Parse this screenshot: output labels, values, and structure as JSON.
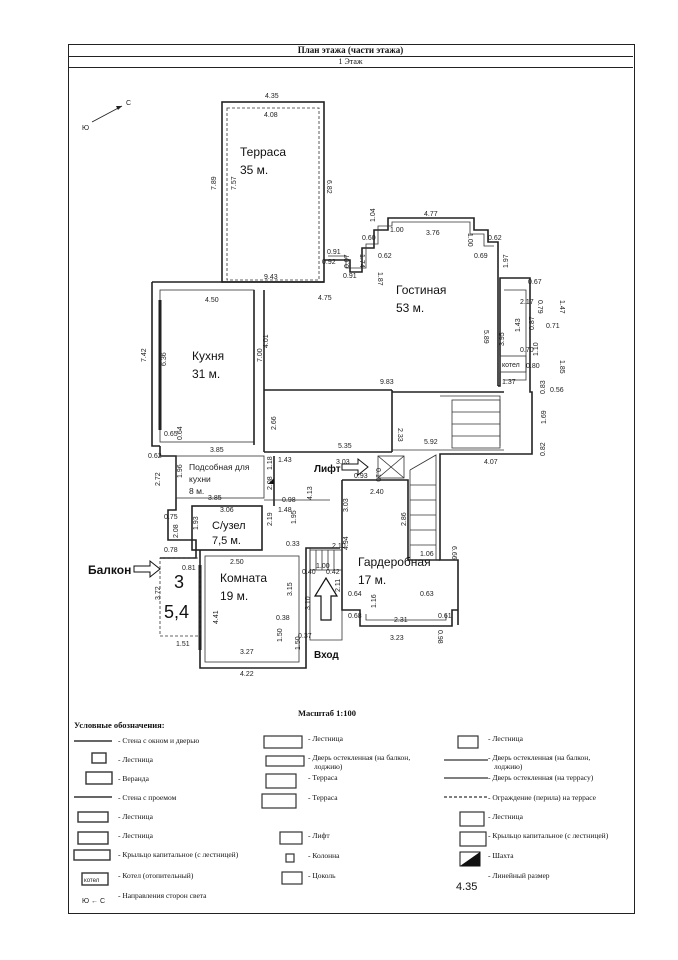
{
  "header": {
    "title": "План этажа (части этажа)",
    "floor": "1 Этаж"
  },
  "compass": {
    "north": "С",
    "south": "Ю"
  },
  "rooms": [
    {
      "name": "Терраса",
      "area": "35 м."
    },
    {
      "name": "Гостиная",
      "area": "53 м."
    },
    {
      "name": "Кухня",
      "area": "31 м."
    },
    {
      "name": "Подсобная для",
      "name2": "кухни",
      "area": "8 м."
    },
    {
      "name": "С/узел",
      "area": "7,5 м."
    },
    {
      "name": "Комната",
      "area": "19 м."
    },
    {
      "name": "Гардеробная",
      "area": "17 м."
    }
  ],
  "annotations": {
    "balcony": "Балкон",
    "lift": "Лифт",
    "entrance": "Вход",
    "boiler": "котел",
    "room_no": "3",
    "room_area": "5,4"
  },
  "dimensions": [
    "4.35",
    "4.08",
    "7.89",
    "7.57",
    "6.82",
    "0.91",
    "0.92",
    "0.07",
    "0.91",
    "1.04",
    "1.00",
    "0.60",
    "1.74",
    "0.62",
    "1.87",
    "4.77",
    "3.76",
    "1.00",
    "0.62",
    "0.69",
    "9.43",
    "4.50",
    "4.75",
    "4.01",
    "7.00",
    "7.42",
    "6.36",
    "9.83",
    "5.89",
    "1.97",
    "0.67",
    "2.17",
    "0.79",
    "1.47",
    "3.95",
    "1.43",
    "0.87",
    "0.71",
    "0.70",
    "1.10",
    "1.85",
    "0.80",
    "0.83",
    "0.56",
    "1.37",
    "0.65",
    "1.69",
    "0.64",
    "3.85",
    "2.66",
    "5.35",
    "2.33",
    "5.92",
    "0.82",
    "4.07",
    "0.62",
    "1.18",
    "1.43",
    "3.03",
    "0.10",
    "0.93",
    "2.72",
    "1.96",
    "2.08",
    "4.13",
    "2.40",
    "3.85",
    "0.98",
    "3.06",
    "1.48",
    "3.03",
    "2.86",
    "0.75",
    "2.08",
    "1.93",
    "2.19",
    "1.95",
    "0.78",
    "2.50",
    "0.33",
    "2.10",
    "4.94",
    "1.06",
    "6.66",
    "0.81",
    "1.00",
    "0.40",
    "0.42",
    "3.15",
    "2.11",
    "3.72",
    "3.10",
    "0.64",
    "0.63",
    "4.41",
    "0.38",
    "1.16",
    "0.68",
    "0.61",
    "1.50",
    "0.37",
    "2.31",
    "0.98",
    "1.51",
    "3.27",
    "3.23",
    "1.50",
    "4.22"
  ],
  "scale": "Масштаб 1:100",
  "legend": {
    "title": "Условные обозначения:",
    "col1": [
      "- Стена с окном и дверью",
      "- Лестница",
      "- Веранда",
      "- Стена с проемом",
      "- Лестница",
      "- Лестница",
      "- Крыльцо капитальное (с лестницей)",
      "- Котел (отопительный)",
      "- Направления сторон света"
    ],
    "col2": [
      "- Лестница",
      "- Дверь остекленная (на балкон,",
      "лоджию)",
      "- Терраса",
      "- Терраса",
      "- Лифт",
      "- Колонна",
      "- Цоколь"
    ],
    "col3": [
      "- Лестница",
      "- Дверь остекленная (на балкон,",
      "лоджию)",
      "- Дверь остекленная (на террасу)",
      "- Ограждение (перила) на террасе",
      "- Лестница",
      "- Крыльцо капитальное (с лестницей)",
      "- Шахта",
      "- Линейный размер"
    ],
    "linear_sample": "4.35",
    "boiler_label": "котел",
    "compass_sample": "Ю ← С"
  }
}
